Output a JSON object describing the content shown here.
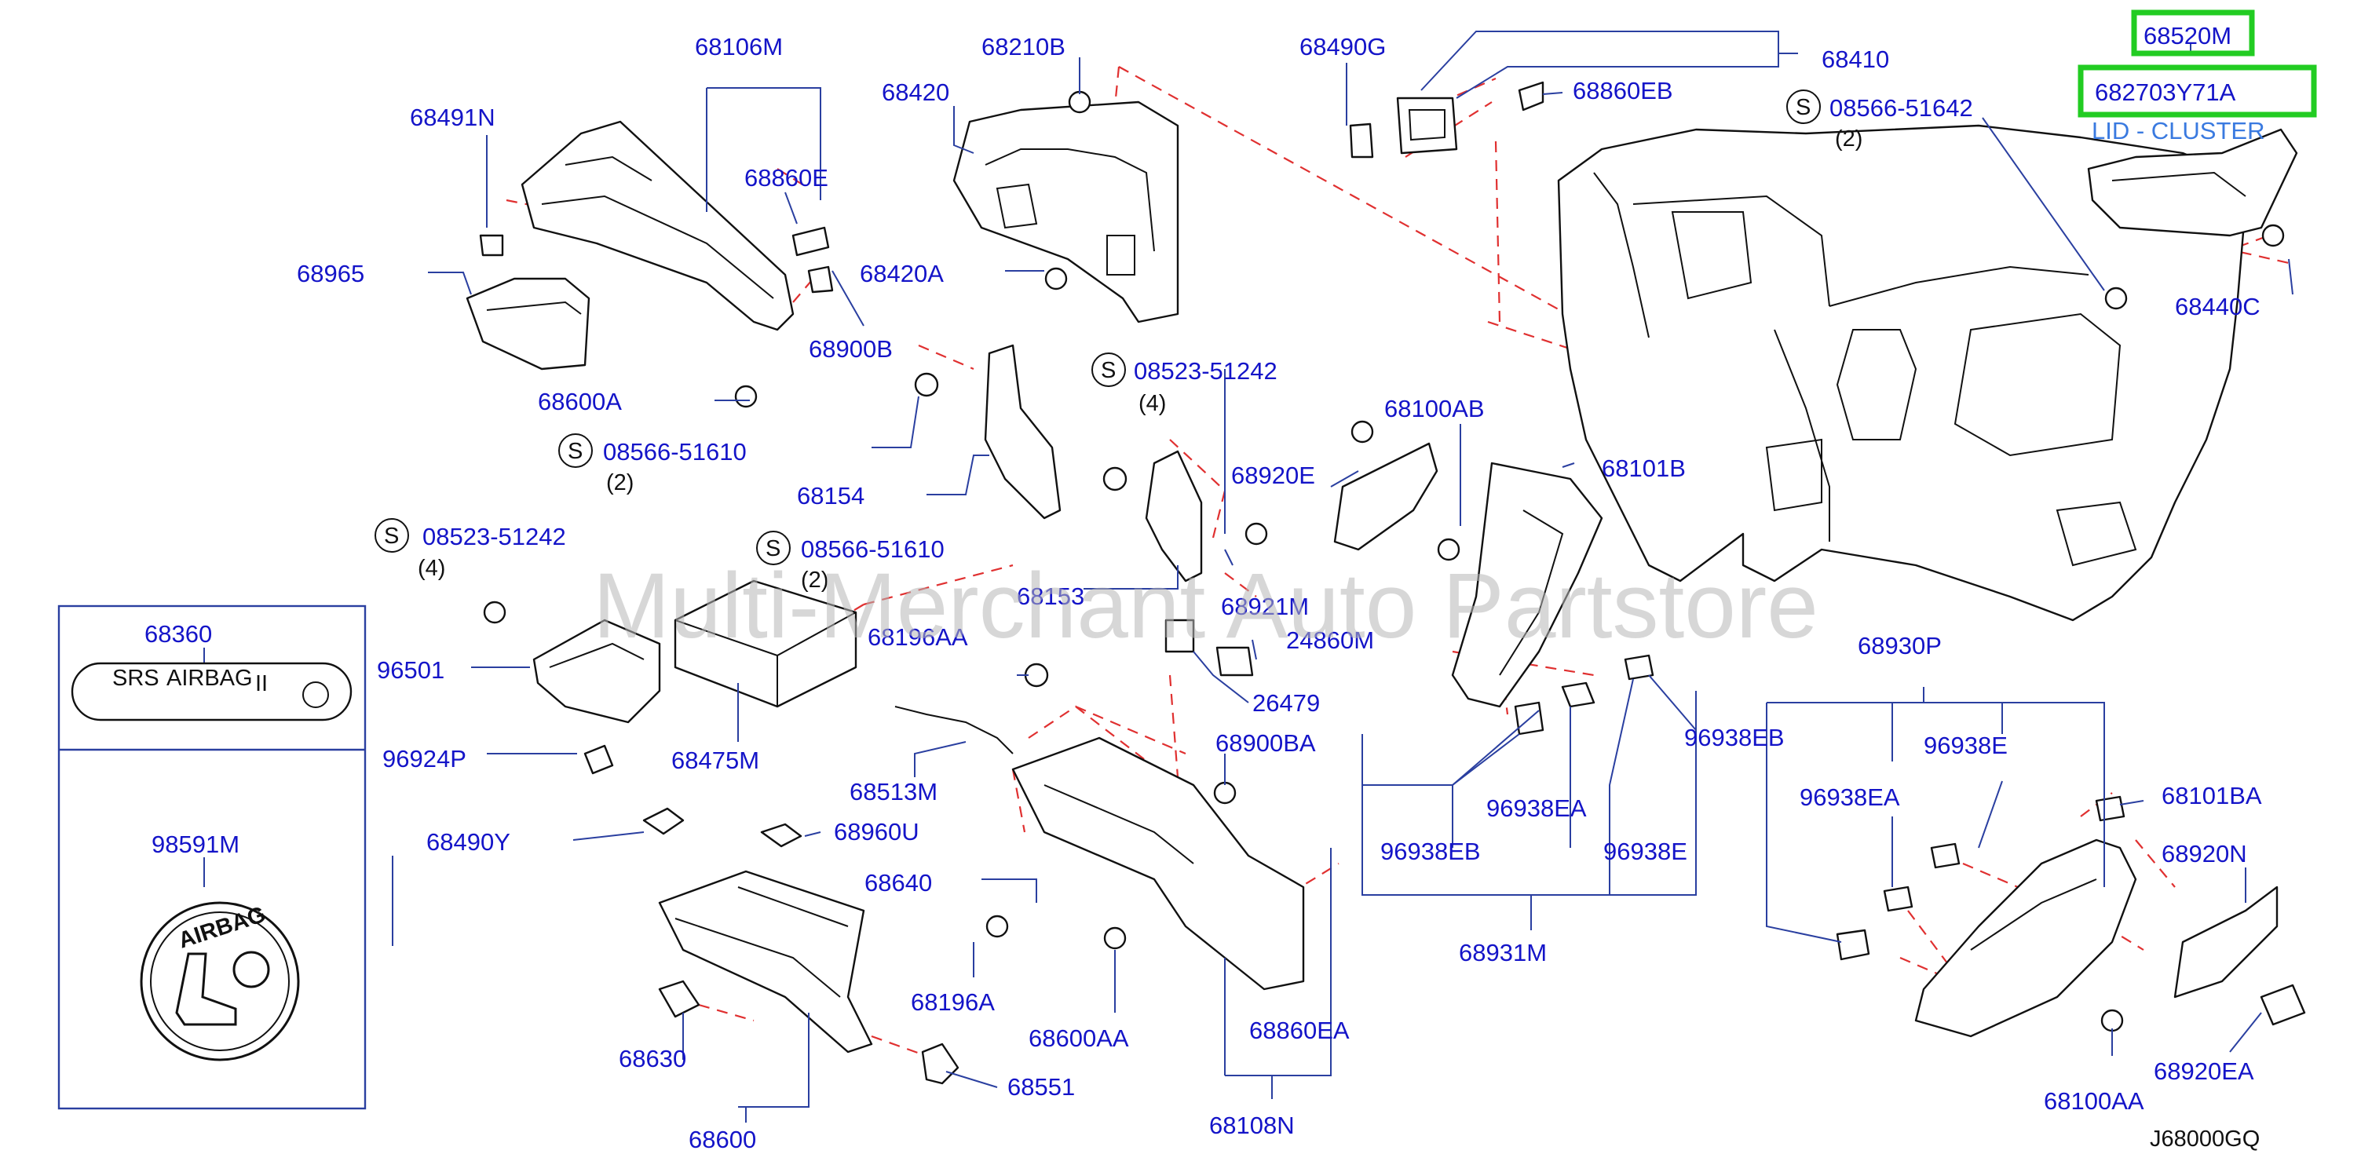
{
  "watermark": "Multi-Merchant Auto Partstore",
  "diagram_code": "J68000GQ",
  "highlighted_parts": [
    "68520M",
    "682703Y71A"
  ],
  "highlight_color": "#22cc22",
  "label_color": "#1414c8",
  "leader_color": "#2a3fa0",
  "dash_color": "#e03030",
  "description": "LID - CLUSTER",
  "callouts": {
    "p68106M": "68106M",
    "p68491N": "68491N",
    "p68965": "68965",
    "p68860E": "68860E",
    "p68420A": "68420A",
    "p68900B": "68900B",
    "p68600A": "68600A",
    "p68210B": "68210B",
    "p68420": "68420",
    "p68490G": "68490G",
    "p68860EB": "68860EB",
    "p68410": "68410",
    "p68520M": "68520M",
    "p682703Y71A": "682703Y71A",
    "p68440C": "68440C",
    "p68154": "68154",
    "p68100AB": "68100AB",
    "p68101B": "68101B",
    "p68920E": "68920E",
    "p68921M": "68921M",
    "p68153": "68153",
    "p24860M": "24860M",
    "p26479": "26479",
    "p68196AA": "68196AA",
    "p96501": "96501",
    "p96924P": "96924P",
    "p68475M": "68475M",
    "p68360": "68360",
    "p98591M": "98591M",
    "p68513M": "68513M",
    "p68900BA": "68900BA",
    "p68490Y": "68490Y",
    "p68960U": "68960U",
    "p68640": "68640",
    "p68196A": "68196A",
    "p68600AA": "68600AA",
    "p68860EA": "68860EA",
    "p68630": "68630",
    "p68551": "68551",
    "p68600": "68600",
    "p68108N": "68108N",
    "p68930P": "68930P",
    "p96938EB_a": "96938EB",
    "p96938E_a": "96938E",
    "p96938EA_a": "96938EA",
    "p96938EB_b": "96938EB",
    "p96938E_b": "96938E",
    "p96938EA_b": "96938EA",
    "p68931M": "68931M",
    "p68101BA": "68101BA",
    "p68920N": "68920N",
    "p68100AA": "68100AA",
    "p68920EA": "68920EA"
  },
  "screws": [
    {
      "id": "s1",
      "symbol": "S",
      "part": "08566-51642",
      "qty": "(2)"
    },
    {
      "id": "s2",
      "symbol": "S",
      "part": "08523-51242",
      "qty": "(4)"
    },
    {
      "id": "s3",
      "symbol": "S",
      "part": "08566-51610",
      "qty": "(2)"
    },
    {
      "id": "s4",
      "symbol": "S",
      "part": "08523-51242",
      "qty": "(4)"
    },
    {
      "id": "s5",
      "symbol": "S",
      "part": "08566-51610",
      "qty": "(2)"
    }
  ],
  "label_plate": {
    "srs": "SRS",
    "airbag": "AIRBAG",
    "mark": "II"
  },
  "emblem_text": "AIRBAG"
}
